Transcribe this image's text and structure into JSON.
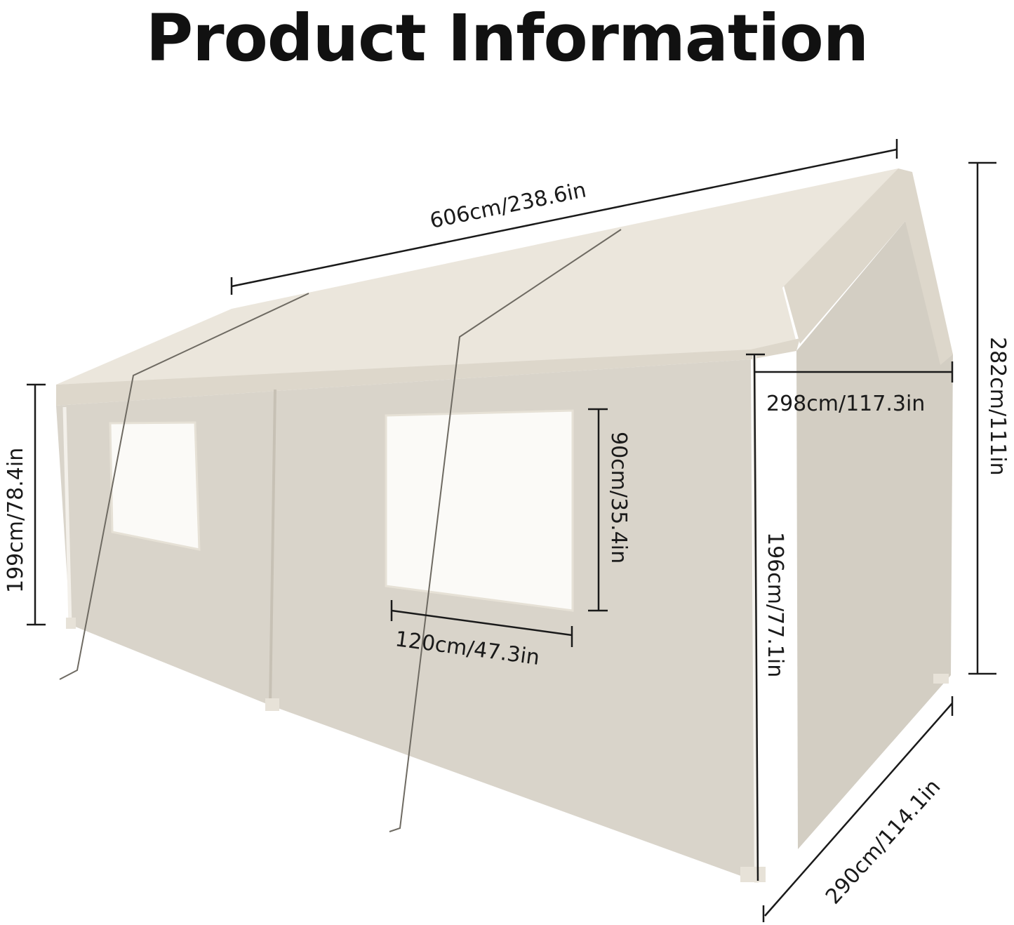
{
  "title": "Product Information",
  "colors": {
    "canopy_roof": "#ebe6dc",
    "canopy_roof_shade": "#ddd7cb",
    "side_wall": "#d9d4ca",
    "end_wall": "#d3cec3",
    "window": "#fbfaf7",
    "guy_rope": "#6e6a62",
    "dimension_line": "#1a1a1a"
  },
  "dimensions": {
    "length": "606cm/238.6in",
    "total_height": "282cm/111in",
    "roof_width": "298cm/117.3in",
    "side_height_left": "199cm/78.4in",
    "window_height": "90cm/35.4in",
    "window_width": "120cm/47.3in",
    "side_height_front": "196cm/77.1in",
    "base_width": "290cm/114.1in"
  }
}
